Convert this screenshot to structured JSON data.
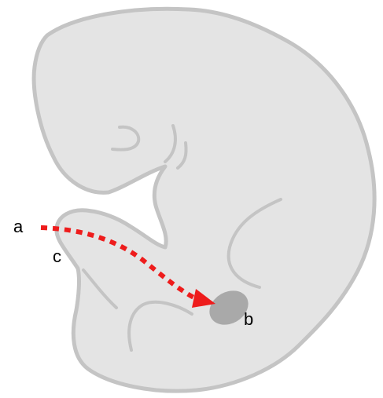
{
  "labels": {
    "a": "a",
    "b": "b",
    "c": "c"
  },
  "colors": {
    "body_fill": "#e4e4e4",
    "body_outline": "#c4c4c4",
    "inner_lines": "#c4c4c4",
    "structure_b": "#a9a9a9",
    "arrow": "#ee1c1c",
    "text": "#000000"
  }
}
